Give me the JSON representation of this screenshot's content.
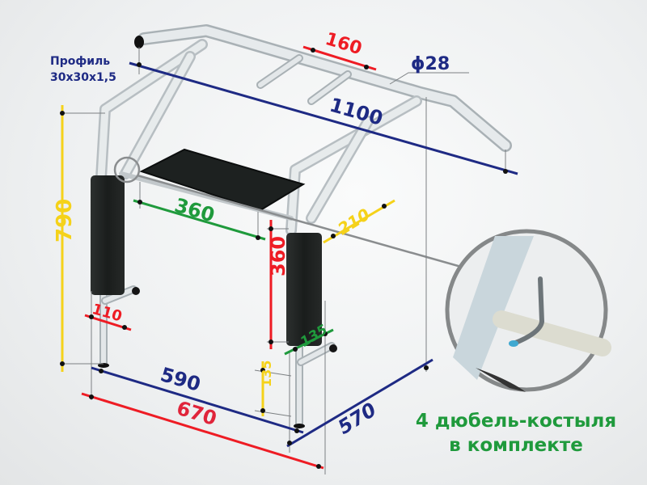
{
  "profile_label": {
    "line1": "Профиль",
    "line2": "30x30x1,5"
  },
  "dimensions": {
    "bar_spacing": "160",
    "tube_diameter": "ϕ28",
    "total_width": "1100",
    "height": "790",
    "seat_width": "360",
    "seat_depth": "210",
    "pad_height": "360",
    "pad_width_left": "110",
    "pad_width_right": "135",
    "foot_height": "135",
    "inner_depth": "590",
    "outer_depth": "670",
    "wall_width": "570"
  },
  "kit_note": {
    "line1": "4 дюбель-костыля",
    "line2": "в комплекте"
  },
  "colors": {
    "navy": "#1e2a84",
    "red": "#ee1c24",
    "yellow": "#f5d21a",
    "green": "#1f9a3c",
    "frame": "#d9dee0",
    "pad": "#1c1f1f"
  }
}
